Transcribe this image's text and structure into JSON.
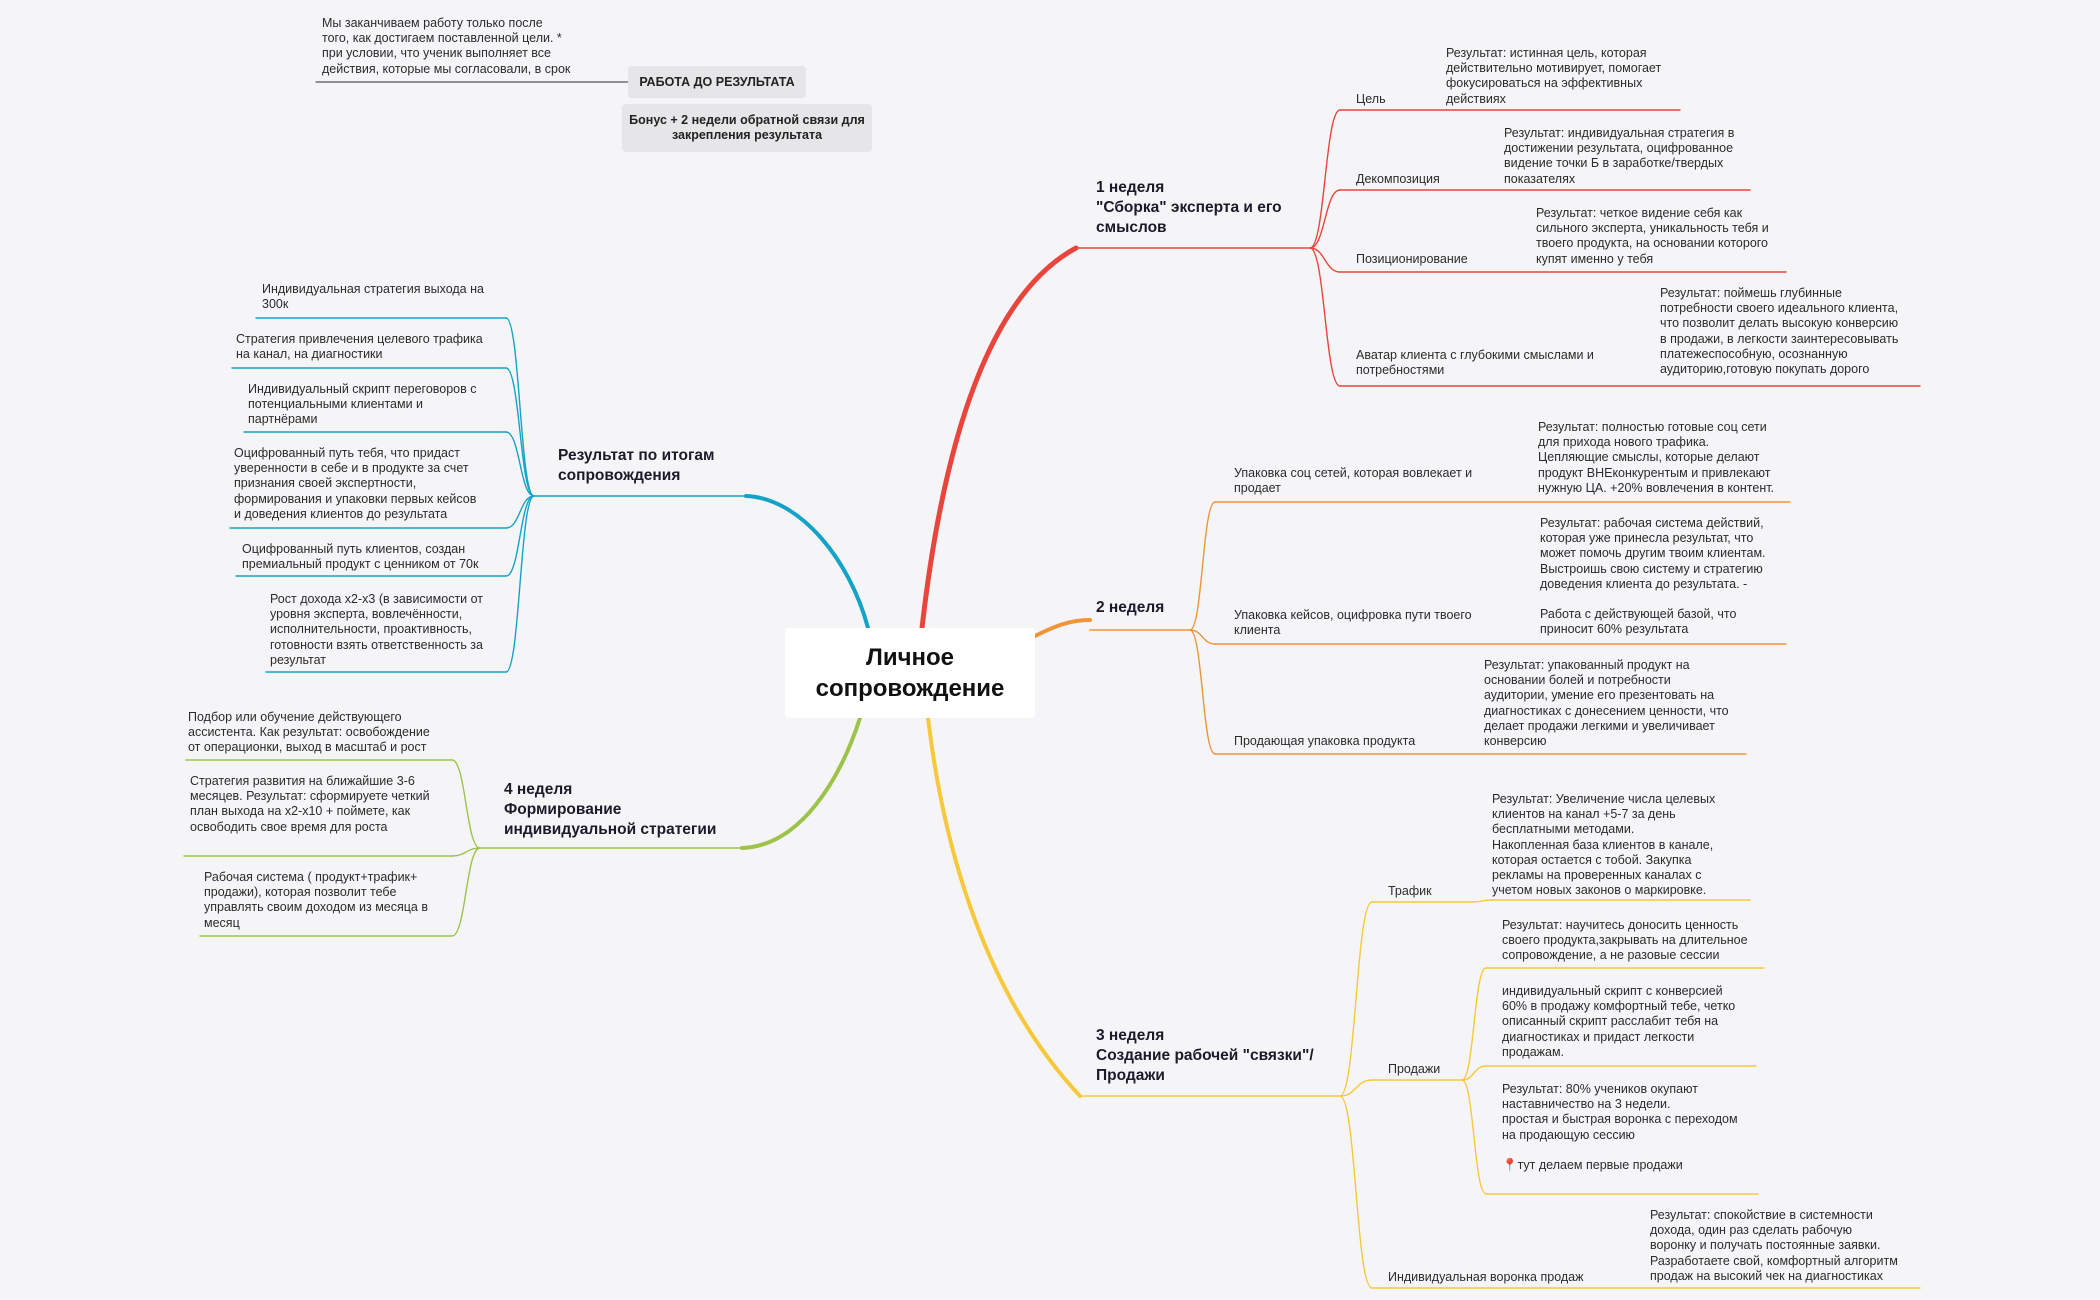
{
  "root": {
    "label": "Личное\nсопровождение"
  },
  "colors": {
    "week1": "#e8453c",
    "week2": "#f0943a",
    "week3": "#f7c83c",
    "week4": "#9dc34a",
    "result": "#14a3c7"
  },
  "floating": {
    "note": "Мы заканчиваем работу только после\nтого, как достигаем поставленной цели. *\nпри условии, что ученик выполняет все\nдействия, которые мы согласовали, в срок",
    "chip1": "РАБОТА ДО РЕЗУЛЬТАТА",
    "chip2": "Бонус + 2 недели обратной связи для\nзакрепления результата"
  },
  "week1": {
    "title": "1 неделя\n\"Сборка\" эксперта и его\nсмыслов",
    "items": [
      {
        "label": "Цель",
        "result": "Результат: истинная цель, которая\nдействительно мотивирует, помогает\nфокусироваться на эффективных\nдействиях"
      },
      {
        "label": "Декомпозиция",
        "result": "Результат: индивидуальная стратегия в\nдостижении результата, оцифрованное\nвидение точки Б в заработке/твердых\nпоказателях"
      },
      {
        "label": "Позиционирование",
        "result": "Результат: четкое видение себя как\nсильного эксперта, уникальность тебя и\nтвоего продукта, на основании которого\nкупят  именно у тебя"
      },
      {
        "label": "Аватар клиента с глубокими смыслами и\nпотребностями",
        "result": "Результат: поймешь глубинные\nпотребности своего идеального клиента,\nчто позволит делать высокую конверсию\nв продажи, в легкости заинтересовывать\nплатежеспособную, осознанную\nаудиторию,готовую покупать дорого"
      }
    ]
  },
  "week2": {
    "title": "2 неделя",
    "items": [
      {
        "label": "Упаковка соц сетей, которая вовлекает и\nпродает",
        "result": "Результат: полностью готовые соц сети\nдля прихода нового трафика.\nЦепляющие смыслы, которые делают\nпродукт ВНЕконкурентым и привлекают\nнужную ЦА. +20%  вовлечения в контент."
      },
      {
        "label": "Упаковка кейсов, оцифровка пути твоего\nклиента",
        "result": "Результат: рабочая система действий,\nкоторая уже принесла результат, что\nможет помочь другим твоим клиентам.\nВыстроишь свою систему и стратегию\nдоведения клиента до результата.  -\n\nРабота с действующей базой, что\nприносит 60% результата"
      },
      {
        "label": "Продающая упаковка продукта",
        "result": "Результат: упакованный продукт на\nосновании болей и потребности\nаудитории, умение его презентовать на\nдиагностиках с донесением ценности, что\nделает продажи легкими и увеличивает\nконверсию"
      }
    ]
  },
  "week3": {
    "title": "3 неделя\nСоздание рабочей \"связки\"/\nПродажи",
    "traffic_label": "Трафик",
    "traffic_result": "Результат: Увеличение числа целевых\nклиентов на канал +5-7 за день\nбесплатными методами.\nНакопленная база клиентов в канале,\nкоторая остается с тобой. Закупка\nрекламы на проверенных каналах с\nучетом новых законов о маркировке.",
    "sales_label": "Продажи",
    "sales_results": [
      "Результат: научитесь доносить ценность\nсвоего продукта,закрывать на длительное\nсопровождение, а не разовые сессии",
      "индивидуальный скрипт с конверсией\n60% в продажу комфортный тебе, четко\nописанный скрипт расслабит тебя на\nдиагностиках и придаст легкости\nпродажам.",
      "Результат: 80% учеников окупают\nнаставничество на 3 недели.\nпростая и быстрая воронка с переходом\nна продающую сессию\n\n📍тут делаем первые продажи"
    ],
    "funnel_label": "Индивидуальная воронка продаж",
    "funnel_result": "Результат: спокойствие в системности\nдохода, один раз сделать рабочую\nворонку и получать постоянные заявки.\nРазработаете свой, комфортный алгоритм\nпродаж на высокий чек на диагностиках"
  },
  "week4": {
    "title": "4 неделя\nФормирование\nиндивидуальной стратегии",
    "items": [
      "Подбор или обучение действующего\nассистента. Как результат: освобождение\nот операционки, выход в масштаб и рост",
      "Стратегия развития на ближайшие 3-6\nмесяцев. Результат: сформируете четкий\nплан выхода на х2-х10 + поймете, как\nосвободить свое время для роста",
      "Рабочая система ( продукт+трафик+\nпродажи), которая позволит тебе\nуправлять своим доходом из месяца в\nмесяц"
    ]
  },
  "results": {
    "title": "Результат по итогам\nсопровождения",
    "items": [
      "Индивидуальная стратегия выхода на\n300к",
      "Стратегия привлечения целевого трафика\nна канал, на диагностики",
      "Индивидуальный скрипт переговоров с\nпотенциальными клиентами и\nпартнёрами",
      "Оцифрованный путь тебя, что придаст\nуверенности в себе и в продукте за счет\nпризнания своей экспертности,\nформирования и упаковки первых кейсов\nи доведения клиентов до результата",
      "Оцифрованный путь клиентов, создан\nпремиальный продукт с ценником от 70к",
      "Рост дохода х2-х3 (в зависимости от\nуровня эксперта, вовлечённости,\nисполнительности, проактивность,\nготовности взять ответственность за\nрезультат"
    ]
  }
}
